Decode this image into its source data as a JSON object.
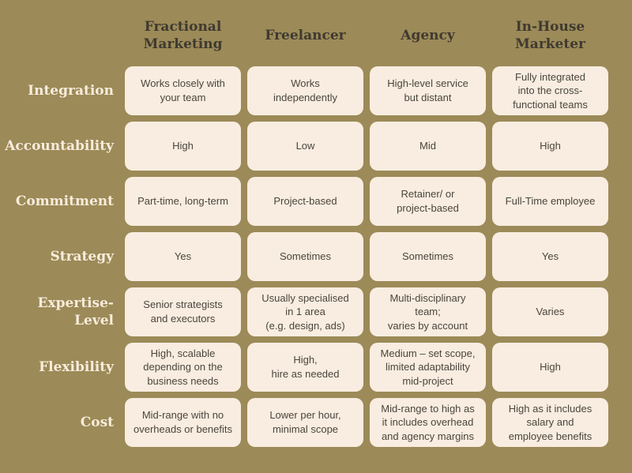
{
  "colors": {
    "background": "#9c8a58",
    "cell_bg": "#f9ede1",
    "header_text": "#3f3a30",
    "label_text": "#f8ecdc",
    "cell_text": "#4b453b"
  },
  "chart_data": {
    "type": "table",
    "column_headers": [
      "Fractional\nMarketing",
      "Freelancer",
      "Agency",
      "In-House\nMarketer"
    ],
    "row_headers": [
      "Integration",
      "Accountability",
      "Commitment",
      "Strategy",
      "Expertise-\nLevel",
      "Flexibility",
      "Cost"
    ],
    "cells": [
      [
        "Works closely with\nyour team",
        "Works\nindependently",
        "High-level service\nbut distant",
        "Fully integrated\ninto the cross-\nfunctional teams"
      ],
      [
        "High",
        "Low",
        "Mid",
        "High"
      ],
      [
        "Part-time, long-term",
        "Project-based",
        "Retainer/ or\nproject-based",
        "Full-Time employee"
      ],
      [
        "Yes",
        "Sometimes",
        "Sometimes",
        "Yes"
      ],
      [
        "Senior strategists\nand executors",
        "Usually specialised\nin 1 area\n(e.g. design, ads)",
        "Multi-disciplinary\nteam;\nvaries by account",
        "Varies"
      ],
      [
        "High, scalable\ndepending on the\nbusiness needs",
        "High,\nhire as needed",
        "Medium – set scope,\nlimited adaptability\nmid-project",
        "High"
      ],
      [
        "Mid-range with no\noverheads or benefits",
        "Lower per hour,\nminimal scope",
        "Mid-range to high as\nit includes overhead\nand agency margins",
        "High as it includes\nsalary and\nemployee benefits"
      ]
    ]
  }
}
